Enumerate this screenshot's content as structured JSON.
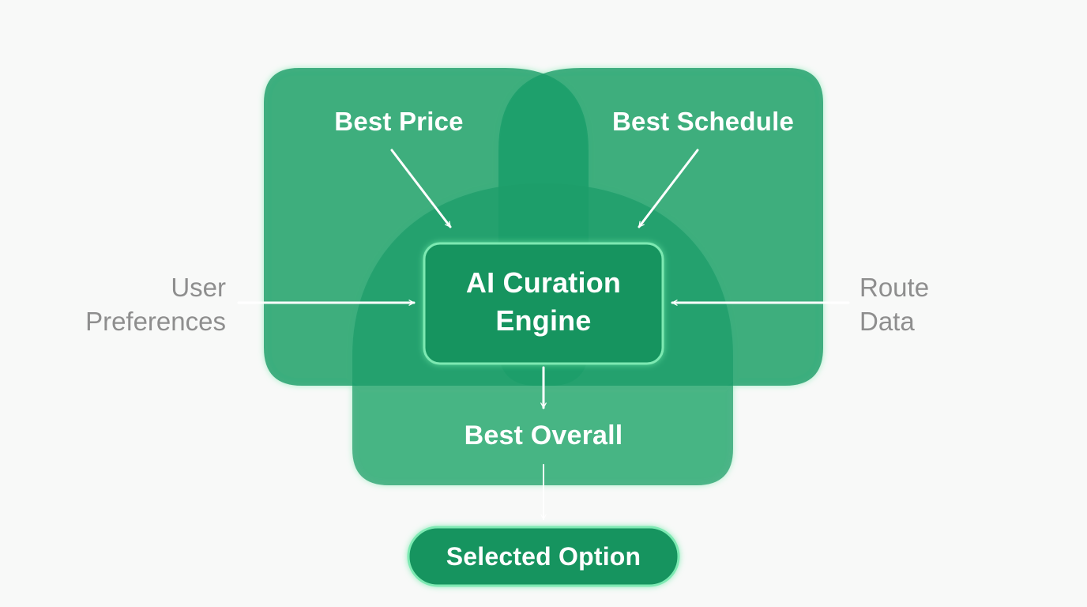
{
  "nodes": {
    "best_price": "Best Price",
    "best_schedule": "Best Schedule",
    "engine_line1": "AI Curation",
    "engine_line2": "Engine",
    "best_overall": "Best Overall",
    "selected": "Selected Option"
  },
  "inputs": {
    "user_line1": "User",
    "user_line2": "Preferences",
    "route_line1": "Route",
    "route_line2": "Data"
  },
  "colors": {
    "background": "#f8f9f8",
    "region_fill": "#1a9d6a",
    "engine_fill": "#13945f",
    "glow": "#6ee7a8",
    "text_light": "#ffffff",
    "text_muted": "#8e8e8e"
  }
}
